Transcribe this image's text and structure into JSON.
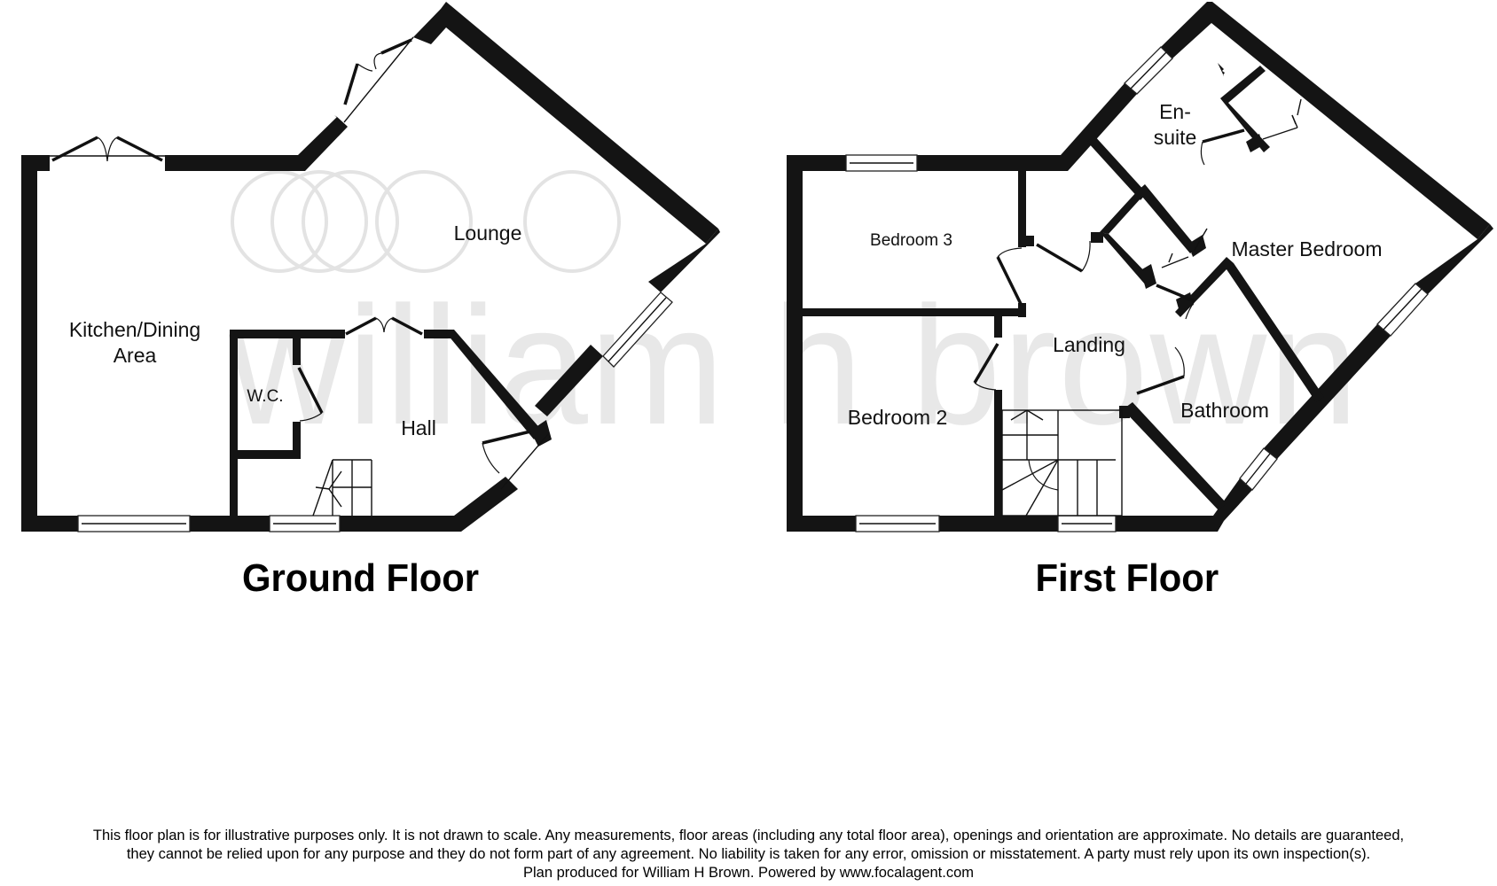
{
  "watermark": {
    "brand_text": "william h brown",
    "logo": "four-interlocking-rings-logo",
    "color": "#e6e6e6"
  },
  "ground_floor": {
    "title": "Ground Floor",
    "rooms": [
      {
        "id": "kitchen",
        "label_line1": "Kitchen/Dining",
        "label_line2": "Area"
      },
      {
        "id": "lounge",
        "label": "Lounge"
      },
      {
        "id": "wc",
        "label": "W.C."
      },
      {
        "id": "hall",
        "label": "Hall"
      }
    ]
  },
  "first_floor": {
    "title": "First Floor",
    "rooms": [
      {
        "id": "bedroom3",
        "label": "Bedroom 3"
      },
      {
        "id": "ensuite",
        "label_line1": "En-",
        "label_line2": "suite"
      },
      {
        "id": "master",
        "label": "Master Bedroom"
      },
      {
        "id": "landing",
        "label": "Landing"
      },
      {
        "id": "bedroom2",
        "label": "Bedroom 2"
      },
      {
        "id": "bathroom",
        "label": "Bathroom"
      }
    ]
  },
  "disclaimer": {
    "line1": "This floor plan is for illustrative purposes only. It is not drawn to scale. Any measurements, floor areas (including any total floor area), openings and orientation are approximate. No details are guaranteed,",
    "line2": "they cannot be relied upon for any purpose and they do not form part of any agreement. No liability is taken for any error, omission or misstatement. A party must rely upon its own inspection(s).",
    "line3": "Plan produced for William H Brown. Powered by www.focalagent.com"
  },
  "colors": {
    "wall": "#141414",
    "background": "#ffffff",
    "watermark": "#e3e3e3"
  }
}
